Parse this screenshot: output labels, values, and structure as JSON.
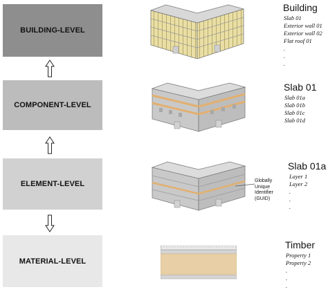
{
  "levels": [
    {
      "label": "BUILDING-LEVEL",
      "heading": "Building",
      "items": [
        "Slab 01",
        "Exterior wall 01",
        "Exterior wall 02",
        "Flat roof 01",
        ".",
        ".",
        "."
      ]
    },
    {
      "label": "COMPONENT-LEVEL",
      "heading": "Slab 01",
      "items": [
        "Slab 01a",
        "Slab 01b",
        "Slab 01c",
        "Slab 01d"
      ]
    },
    {
      "label": "ELEMENT-LEVEL",
      "heading": "Slab 01a",
      "items": [
        "Layer 1",
        "Layer 2",
        ".",
        ".",
        "."
      ]
    },
    {
      "label": "MATERIAL-LEVEL",
      "heading": "Timber",
      "items": [
        "Property 1",
        "Property 2",
        ".",
        ".",
        "."
      ]
    }
  ],
  "guid_callout": [
    "Globally",
    "Unique",
    "Identifier",
    "(GUID)"
  ],
  "colors": {
    "building_level": "#8e8e8e",
    "component_level": "#bcbcbc",
    "element_level": "#d1d1d1",
    "material_level": "#e8e8e8",
    "slab_highlight": "#e2b071",
    "timber": "#e8cfa6"
  },
  "icons": [
    "arrow-up-icon",
    "arrow-up-icon",
    "arrow-down-icon"
  ]
}
